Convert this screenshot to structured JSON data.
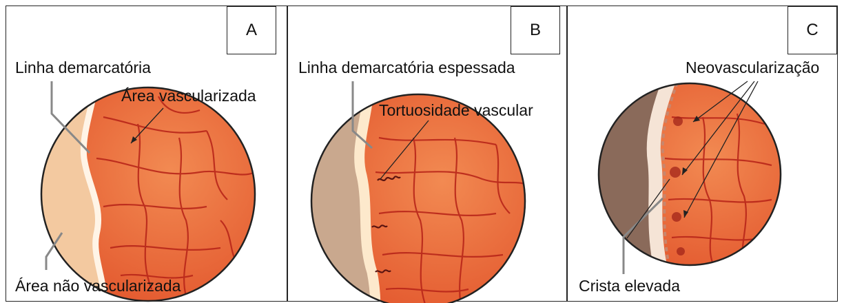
{
  "panels": [
    {
      "letter": "A",
      "labels": {
        "top": "Linha demarcatória",
        "vascular": "Área vascularizada",
        "bottom": "Área não vascularizada"
      }
    },
    {
      "letter": "B",
      "labels": {
        "top": "Linha demarcatória espessada",
        "tortuosity": "Tortuosidade vascular"
      }
    },
    {
      "letter": "C",
      "labels": {
        "neo": "Neovascularização",
        "bottom": "Crista elevada"
      }
    }
  ],
  "colors": {
    "retina_orange": "#ec6a3c",
    "vessel": "#b8261a",
    "avascular": "#f3c9a0",
    "ridge": "#fff4e6"
  }
}
